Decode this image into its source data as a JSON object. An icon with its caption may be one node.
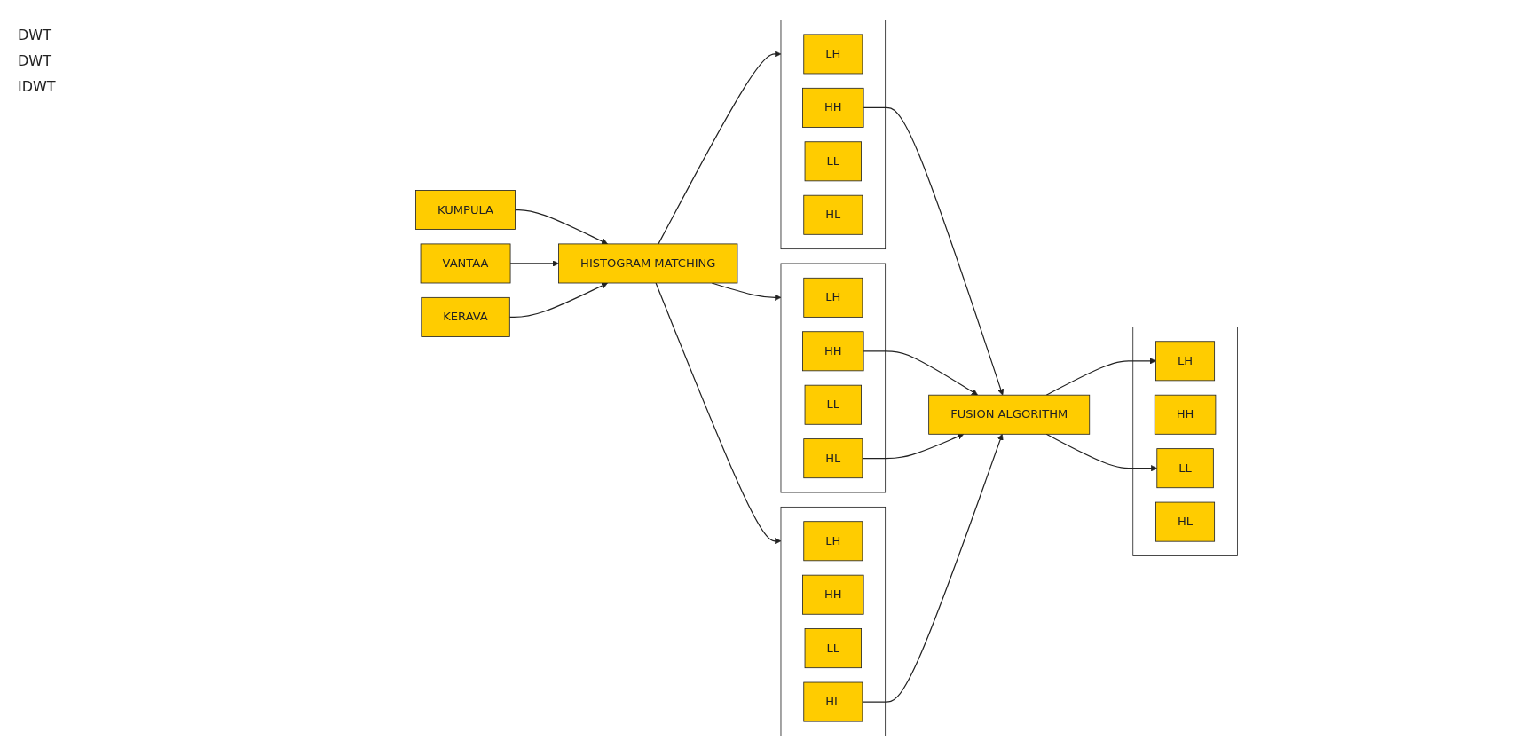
{
  "diagram": {
    "nodes": [
      {
        "text": [
          "KUMPULA"
        ]
      },
      {
        "text": [
          "VANTAA"
        ]
      },
      {
        "text": [
          "KERAVA"
        ]
      },
      {
        "text": [
          "HISTOGRAM MATCHING"
        ]
      },
      {
        "text": [],
        "shape": "box"
      },
      {
        "text": [
          "LH"
        ],
        "in": 4
      },
      {
        "text": [
          "HH"
        ],
        "in": 4
      },
      {
        "text": [
          "LL"
        ],
        "in": 4
      },
      {
        "text": [
          "HL"
        ],
        "in": 4
      },
      {
        "text": [],
        "shape": "box"
      },
      {
        "text": [
          "LH"
        ],
        "in": 9
      },
      {
        "text": [
          "HH"
        ],
        "in": 9
      },
      {
        "text": [
          "LL"
        ],
        "in": 9
      },
      {
        "text": [
          "HL"
        ],
        "in": 9
      },
      {
        "text": [],
        "shape": "box"
      },
      {
        "text": [
          "LH"
        ],
        "in": 14
      },
      {
        "text": [
          "HH"
        ],
        "in": 14
      },
      {
        "text": [
          "LL"
        ],
        "in": 14
      },
      {
        "text": [
          "HL"
        ],
        "in": 14
      },
      {
        "text": [
          "FUSION ALGORITHM"
        ]
      },
      {
        "text": [],
        "shape": "box"
      },
      {
        "text": [
          "LH"
        ],
        "in": 20
      },
      {
        "text": [
          "HH"
        ],
        "in": 20
      },
      {
        "text": [
          "LL"
        ],
        "in": 20
      },
      {
        "text": [
          "HL"
        ],
        "in": 20
      }
    ],
    "edges": [
      {
        "from": 0,
        "to": 3,
        "arrow": "to"
      },
      {
        "from": 1,
        "to": 3,
        "arrow": "to"
      },
      {
        "from": 2,
        "to": 3,
        "arrow": "to"
      },
      {
        "from": 3,
        "to": 4,
        "arrow": "to"
      },
      {
        "from": 3,
        "to": 9,
        "arrow": "to"
      },
      {
        "from": 3,
        "to": 14,
        "arrow": "to"
      },
      {
        "from": 6,
        "to": 19,
        "arrow": "to"
      },
      {
        "from": 11,
        "to": 19,
        "arrow": "to"
      },
      {
        "from": 13,
        "to": 19,
        "arrow": "to"
      },
      {
        "from": 18,
        "to": 19,
        "arrow": "to"
      },
      {
        "from": 19,
        "to": 21,
        "arrow": "to"
      },
      {
        "from": 19,
        "to": 23,
        "arrow": "to"
      }
    ],
    "labels": [
      "DWT",
      "DWT",
      "IDWT"
    ]
  }
}
